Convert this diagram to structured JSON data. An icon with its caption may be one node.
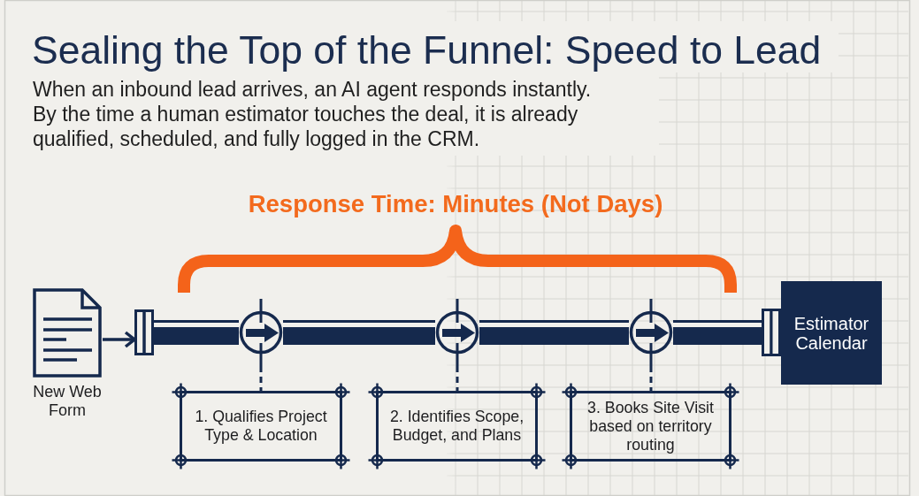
{
  "diagram": {
    "title": "Sealing the Top of the Funnel: Speed to Lead",
    "nodes": [
      {
        "text": [
          "New Web Form"
        ]
      },
      {
        "text": [],
        "shape": "bar"
      },
      {
        "text": [],
        "shape": "circle"
      },
      {
        "text": [],
        "shape": "circle"
      },
      {
        "text": [],
        "shape": "circle"
      },
      {
        "text": [
          "Estimator Calendar"
        ]
      },
      {
        "text": [
          "1. Qualifies Project Type & Location"
        ]
      },
      {
        "text": [
          "2. Identifies Scope, Budget, and Plans"
        ]
      },
      {
        "text": [
          "3. Books Site Visit based on territory routing"
        ]
      }
    ],
    "edges": [
      {
        "from": 0,
        "to": 1,
        "arrow": "to"
      },
      {
        "from": 1,
        "to": 2,
        "arrow": "none",
        "style": "thick"
      },
      {
        "from": 2,
        "to": 3,
        "arrow": "none",
        "style": "thick"
      },
      {
        "from": 3,
        "to": 4,
        "arrow": "none",
        "style": "thick"
      },
      {
        "from": 4,
        "to": 5,
        "arrow": "other",
        "style": "thick"
      },
      {
        "from": 2,
        "to": 6,
        "arrow": "none",
        "style": "dashed"
      },
      {
        "from": 3,
        "to": 7,
        "arrow": "none",
        "style": "dashed"
      },
      {
        "from": 4,
        "to": 8,
        "arrow": "none",
        "style": "dashed"
      }
    ],
    "labels": [
      "When an inbound lead arrives, an AI agent responds instantly. By the time a human estimator touches the deal, it is already qualified, scheduled, and fully logged in the CRM.",
      "Response Time: Minutes (Not Days)"
    ]
  }
}
